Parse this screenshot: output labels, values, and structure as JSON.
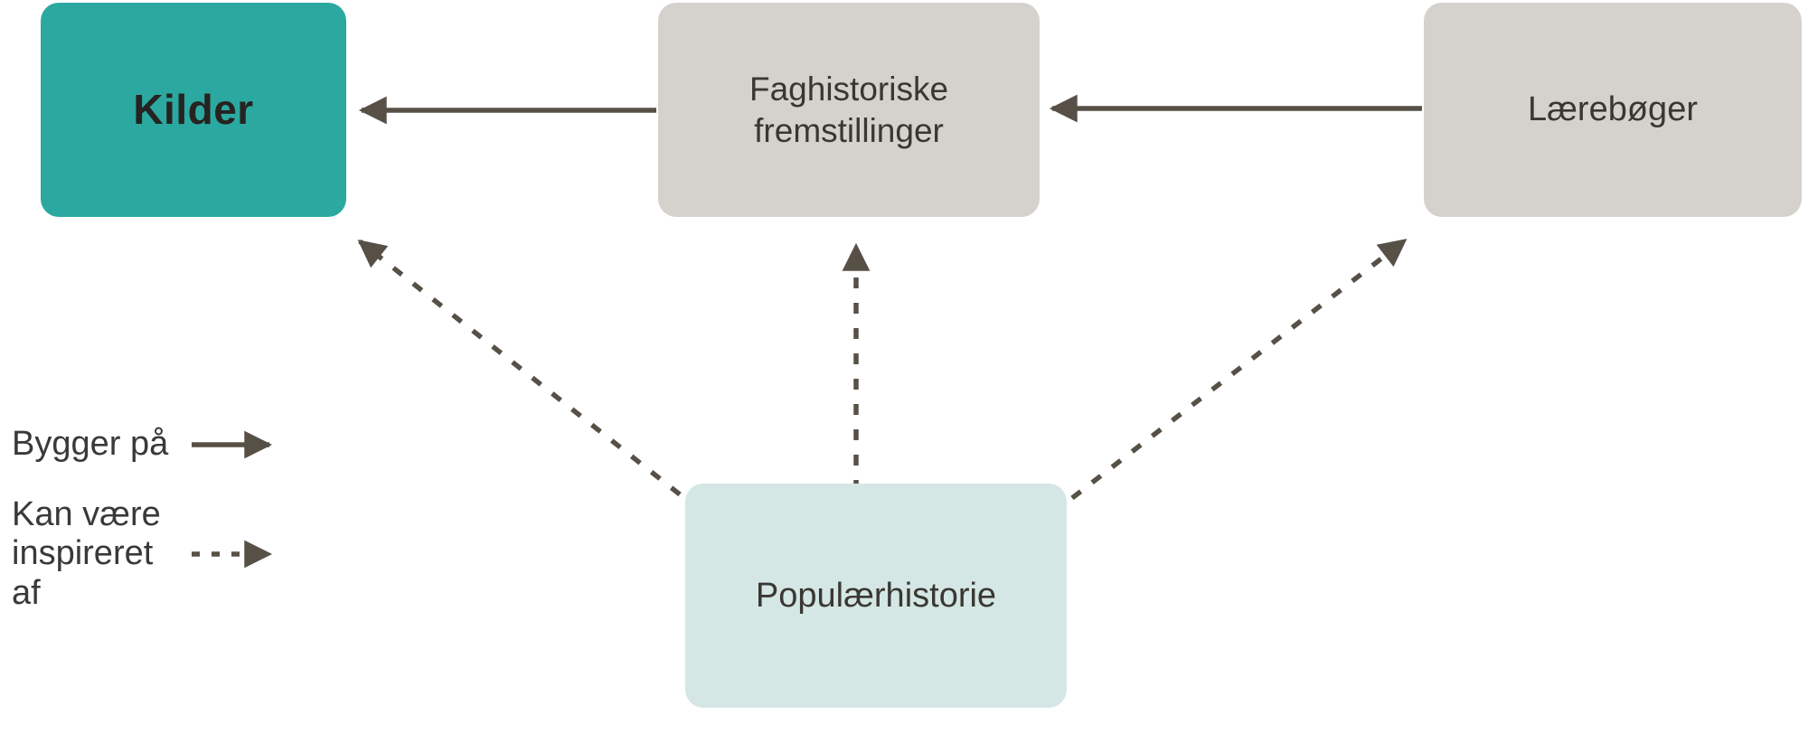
{
  "nodes": {
    "kilder": {
      "label": "Kilder"
    },
    "faghistoriske": {
      "label": "Faghistoriske fremstillinger"
    },
    "laereboger": {
      "label": "Lærebøger"
    },
    "populaerhistorie": {
      "label": "Populærhistorie"
    }
  },
  "edges": [
    {
      "from": "Faghistoriske fremstillinger",
      "to": "Kilder",
      "relation": "Bygger på",
      "style": "solid"
    },
    {
      "from": "Lærebøger",
      "to": "Faghistoriske fremstillinger",
      "relation": "Bygger på",
      "style": "solid"
    },
    {
      "from": "Populærhistorie",
      "to": "Kilder",
      "relation": "Kan være inspireret af",
      "style": "dashed"
    },
    {
      "from": "Populærhistorie",
      "to": "Faghistoriske fremstillinger",
      "relation": "Kan være inspireret af",
      "style": "dashed"
    },
    {
      "from": "Populærhistorie",
      "to": "Lærebøger",
      "relation": "Kan være inspireret af",
      "style": "dashed"
    }
  ],
  "legend": {
    "solid_label": "Bygger på",
    "dashed_label": "Kan være inspireret af"
  },
  "colors": {
    "teal": "#2BA9A1",
    "gray": "#D5D2CD",
    "mint": "#D4E7E4",
    "arrow": "#575047",
    "text_dark": "#262321",
    "text_box": "#3A3733",
    "text_legend": "#3B3937",
    "background": "#FFFFFF"
  }
}
